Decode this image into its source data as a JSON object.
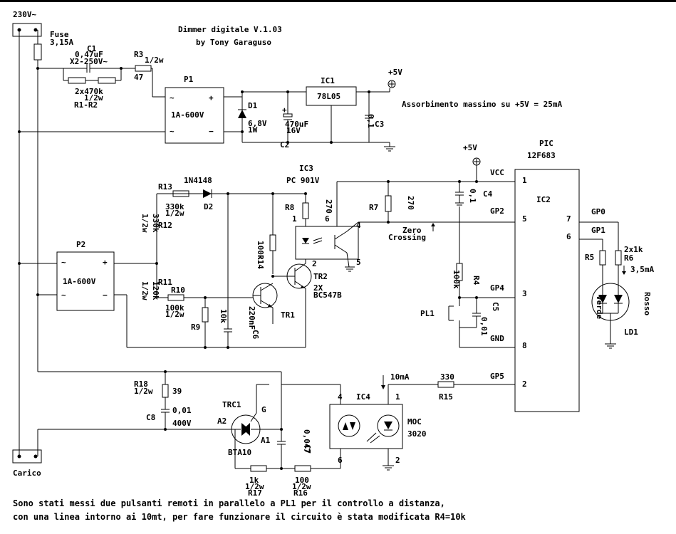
{
  "title": "Dimmer digitale V.1.03",
  "author": "by Tony Garaguso",
  "supply": "230V~",
  "load": "Carico",
  "fuse": {
    "name": "Fuse",
    "value": "3,15A"
  },
  "c1": {
    "name": "C1",
    "value": "0,47uF",
    "rating": "X2-250V~"
  },
  "r1r2": {
    "value": "2x470k",
    "power": "1/2w",
    "name": "R1-R2"
  },
  "r3": {
    "name": "R3",
    "power": "1/2w",
    "value": "47"
  },
  "p1": {
    "name": "P1",
    "rating": "1A-600V"
  },
  "d1": {
    "name": "D1",
    "value": "6,8V",
    "power": "1W"
  },
  "c2": {
    "value": "470uF",
    "voltage": "16V",
    "name": "C2"
  },
  "ic1": {
    "name": "IC1",
    "part": "78L05"
  },
  "c3": {
    "value": "0,1",
    "name": "C3"
  },
  "vplus": "+5V",
  "consumption": "Assorbimento massimo su +5V = 25mA",
  "pic": {
    "name": "PIC",
    "part": "12F683",
    "ic": "IC2",
    "pins": {
      "vcc": "VCC",
      "gp2": "GP2",
      "gp4": "GP4",
      "gnd": "GND",
      "gp5": "GP5",
      "gp0": "GP0",
      "gp1": "GP1"
    },
    "nums": {
      "p1": "1",
      "p5": "5",
      "p3": "3",
      "p8": "8",
      "p2": "2",
      "p7": "7",
      "p6": "6"
    }
  },
  "c4": {
    "name": "C4",
    "value": "0,1"
  },
  "ic3": {
    "name": "IC3",
    "part": "PC 901V",
    "pin1": "1",
    "pin6": "6",
    "pin4": "4",
    "pin2": "2",
    "pin5": "5"
  },
  "r13": {
    "name": "R13",
    "value": "330k",
    "power": "1/2w"
  },
  "d2": {
    "name": "D2",
    "part": "1N4148"
  },
  "r12": {
    "name": "R12",
    "value": "330k",
    "power": "1/2w"
  },
  "r8": {
    "name": "R8",
    "value": "270"
  },
  "r7": {
    "name": "R7",
    "value": "270"
  },
  "zero": {
    "l1": "Zero",
    "l2": "Crossing"
  },
  "r14": {
    "name": "R14",
    "value": "100k"
  },
  "p2": {
    "name": "P2",
    "rating": "1A-600V"
  },
  "r11": {
    "name": "R11",
    "value": "120k",
    "power": "1/2w"
  },
  "r10": {
    "name": "R10",
    "value": "100k",
    "power": "1/2w"
  },
  "r9": {
    "name": "R9",
    "value": "10k"
  },
  "c6": {
    "name": "C6",
    "value": "220nF"
  },
  "tr": {
    "tr1": "TR1",
    "tr2": "TR2",
    "part": "2X",
    "model": "BC547B"
  },
  "r4": {
    "name": "R4",
    "value": "100k"
  },
  "c5": {
    "name": "C5",
    "value": "0,01"
  },
  "pl1": "PL1",
  "r5": {
    "name": "R5"
  },
  "r6": {
    "name": "R6",
    "value": "2x1k",
    "current": "3,5mA"
  },
  "ld1": {
    "name": "LD1",
    "green": "Verde",
    "red": "Rosso"
  },
  "r18": {
    "name": "R18",
    "power": "1/2w",
    "value": "39"
  },
  "c8": {
    "name": "C8",
    "value": "0,01",
    "voltage": "400V"
  },
  "trc1": {
    "name": "TRC1",
    "g": "G",
    "a1": "A1",
    "a2": "A2",
    "part": "BTA10"
  },
  "c7": {
    "name": "C7",
    "value": "0,047"
  },
  "ic4": {
    "name": "IC4",
    "part": "MOC",
    "model": "3020",
    "pin4": "4",
    "pin1": "1",
    "pin6": "6",
    "pin2": "2",
    "current": "10mA"
  },
  "r15": {
    "name": "R15",
    "value": "330"
  },
  "r17": {
    "name": "R17",
    "value": "1k",
    "power": "1/2w"
  },
  "r16": {
    "name": "R16",
    "value": "100",
    "power": "1/2w"
  },
  "notes": [
    "Sono stati messi due pulsanti remoti in parallelo a PL1 per il controllo a distanza,",
    "con una linea intorno ai 10mt, per fare funzionare il circuito è stata modificata R4=10k"
  ]
}
